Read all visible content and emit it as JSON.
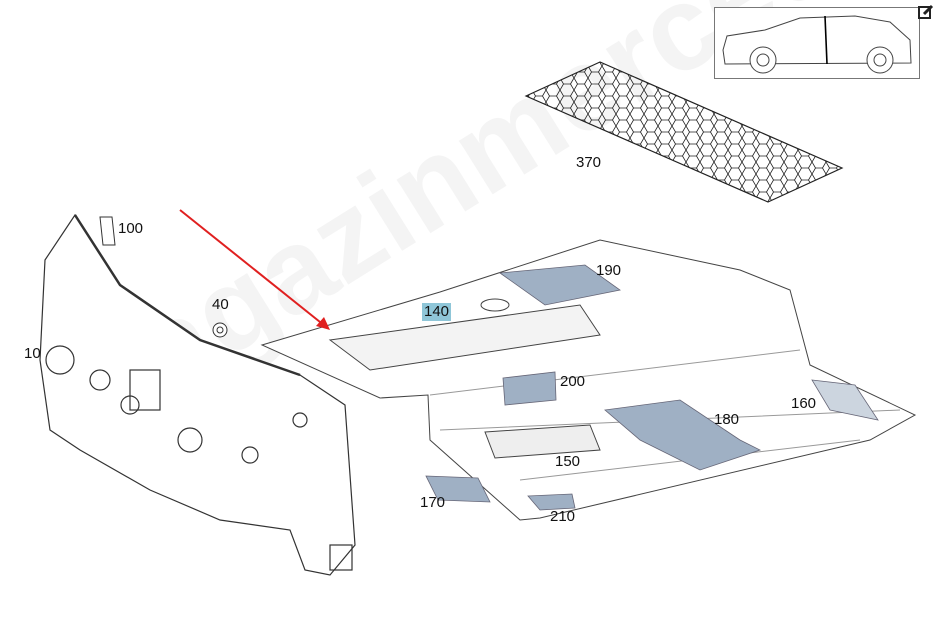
{
  "watermark": "magazinmercedes.ru",
  "callouts": {
    "c100": "100",
    "c40": "40",
    "c10": "10",
    "c370": "370",
    "c190": "190",
    "c140": "140",
    "c200": "200",
    "c180": "180",
    "c160": "160",
    "c150": "150",
    "c170": "170",
    "c210": "210"
  },
  "highlighted_callout": "140",
  "colors": {
    "highlight": "#8fc6d8",
    "arrow": "#e02020",
    "part_fill": "#9fb0c4"
  }
}
